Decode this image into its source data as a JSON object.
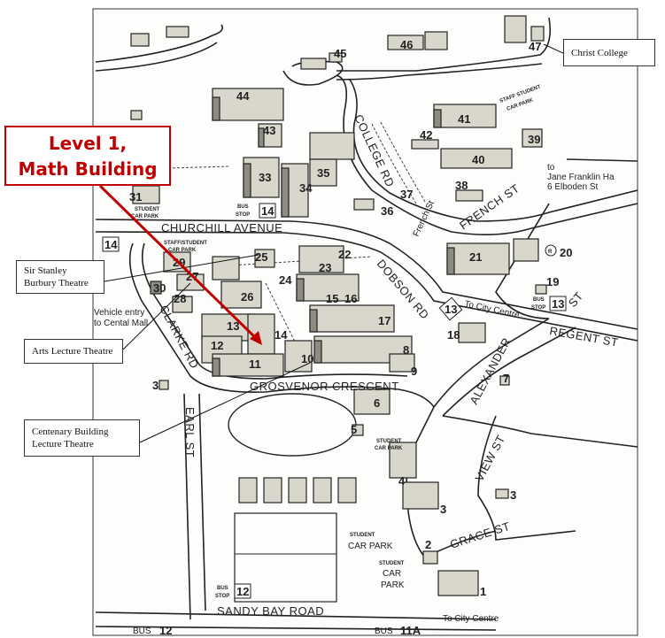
{
  "highlight": {
    "line1": "Level 1,",
    "line2": "Math Building",
    "color": "#c00000"
  },
  "callouts": {
    "christ_college": "Christ College",
    "sir_stanley": [
      "Sir Stanley",
      "Burbury Theatre"
    ],
    "arts": "Arts Lecture Theatre",
    "centenary": [
      "Centenary Building",
      "Lecture Theatre"
    ]
  },
  "streets": {
    "churchill": "CHURCHILL AVENUE",
    "dobson": "DOBSON RD",
    "college": "COLLEGE RD",
    "french": "FRENCH ST",
    "french_small": "French St",
    "regent": "REGENT ST",
    "alexander": "ALEXANDER",
    "grosvenor": "GROSVENOR CRESCENT",
    "clarke": "CLARKE RD",
    "earl": "EARL ST",
    "view": "VIEW ST",
    "grace": "GRACE ST",
    "sandy_bay": "SANDY BAY ROAD",
    "st": "ST"
  },
  "notes": {
    "to_city_centre": "To City Centre",
    "to_city_centre_2": "To City Centre",
    "jane_franklin": [
      "to",
      "Jane Franklin Ha",
      "6 Elboden St"
    ],
    "vehicle_entry": [
      "Vehicle entry",
      "to Cental Mall"
    ],
    "roundabout": "R"
  },
  "bus_stops": {
    "label_bus": "BUS",
    "label_stop": "STOP",
    "stop14": "14",
    "stop14_left": "14",
    "stop13": "13",
    "stop13_right": "13",
    "stop12": "12",
    "bottom_12": "12",
    "bottom_11a": "11A"
  },
  "car_parks": {
    "student": "STUDENT",
    "car_park": "CAR PARK",
    "car": "CAR",
    "park": "PARK",
    "staff_student": "STAFF/STUDENT",
    "staff_student_2": "STAFF STUDENT"
  },
  "buildings": [
    "1",
    "2",
    "3",
    "3",
    "3",
    "4",
    "5",
    "6",
    "7",
    "8",
    "9",
    "10",
    "11",
    "12",
    "13",
    "14",
    "15",
    "16",
    "17",
    "18",
    "19",
    "20",
    "21",
    "22",
    "23",
    "24",
    "25",
    "26",
    "27",
    "28",
    "29",
    "30",
    "31",
    "33",
    "34",
    "35",
    "36",
    "37",
    "38",
    "39",
    "40",
    "41",
    "42",
    "43",
    "44",
    "45",
    "46",
    "47"
  ]
}
